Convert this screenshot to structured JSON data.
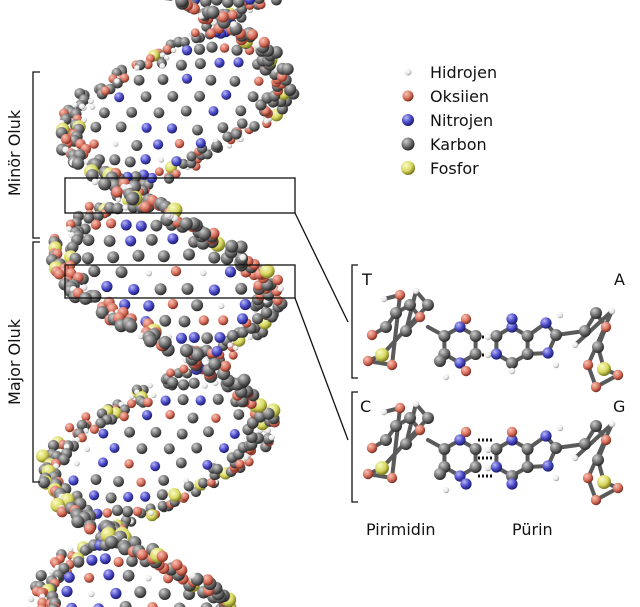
{
  "legend": {
    "items": [
      {
        "label": "Hidrojen",
        "color": "#f4f4f4"
      },
      {
        "label": "Oksiien",
        "color": "#d9705c"
      },
      {
        "label": "Nitrojen",
        "color": "#4848c8"
      },
      {
        "label": "Karbon",
        "color": "#6c6c6c"
      },
      {
        "label": "Fosfor",
        "color": "#d8d860"
      }
    ]
  },
  "grooves": {
    "minor": "Minör Oluk",
    "major": "Major Oluk"
  },
  "pairs": {
    "top_left": "T",
    "top_right": "A",
    "bottom_left": "C",
    "bottom_right": "G"
  },
  "captions": {
    "pyrimidine": "Pirimidin",
    "purine": "Pürin"
  }
}
